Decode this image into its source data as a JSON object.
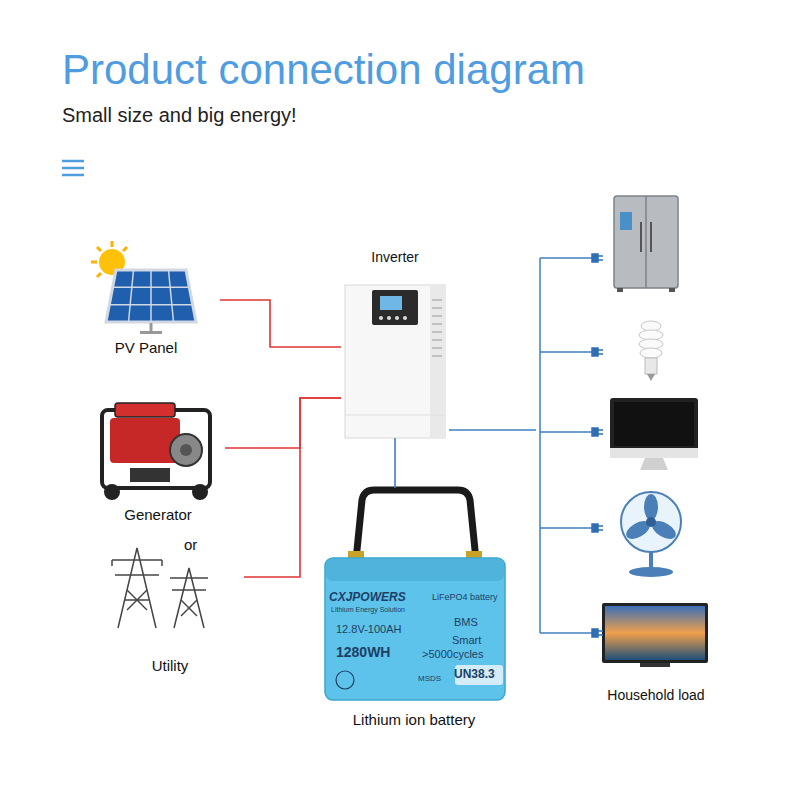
{
  "diagram": {
    "title": "Product connection diagram",
    "nodes": [
      {
        "text": [
          "PV Panel"
        ]
      },
      {
        "text": [
          "Inverter"
        ]
      },
      {
        "text": [
          "Generator"
        ]
      },
      {
        "text": [
          "Utility"
        ]
      },
      {
        "text": [
          "Lithium ion battery",
          "CXJPOWERS",
          "Lithium Energy Solution",
          "LiFePO4 battery",
          "12.8V-100AH",
          "BMS",
          "Smart",
          "1280WH",
          ">5000cycles",
          "MSDS",
          "UN38.3"
        ]
      },
      {
        "text": [
          "Household load"
        ]
      }
    ],
    "edges": [
      {
        "from": 0,
        "to": 1,
        "arrow": "none"
      },
      {
        "from": 2,
        "to": 1,
        "arrow": "none"
      },
      {
        "from": 3,
        "to": 1,
        "arrow": "none"
      },
      {
        "from": 1,
        "to": 4,
        "arrow": "none"
      },
      {
        "from": 1,
        "to": 5,
        "arrow": "none"
      }
    ],
    "labels": [
      "Small size and big energy!",
      "or"
    ]
  }
}
